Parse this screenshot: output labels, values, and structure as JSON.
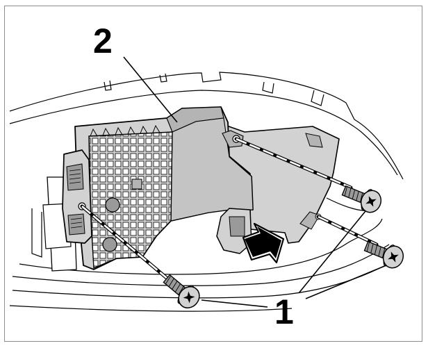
{
  "callouts": {
    "screws": "1",
    "module": "2"
  },
  "colors": {
    "part_fill": "#d2d2d2",
    "part_shade": "#b4b4b4",
    "dark_shade": "#9a9a9a",
    "outline": "#000000",
    "panel_fill": "#ffffff",
    "light_fill": "#ededed"
  },
  "icons": {
    "arrow": "installation-direction-arrow",
    "screw": "torx-screw-icon"
  }
}
